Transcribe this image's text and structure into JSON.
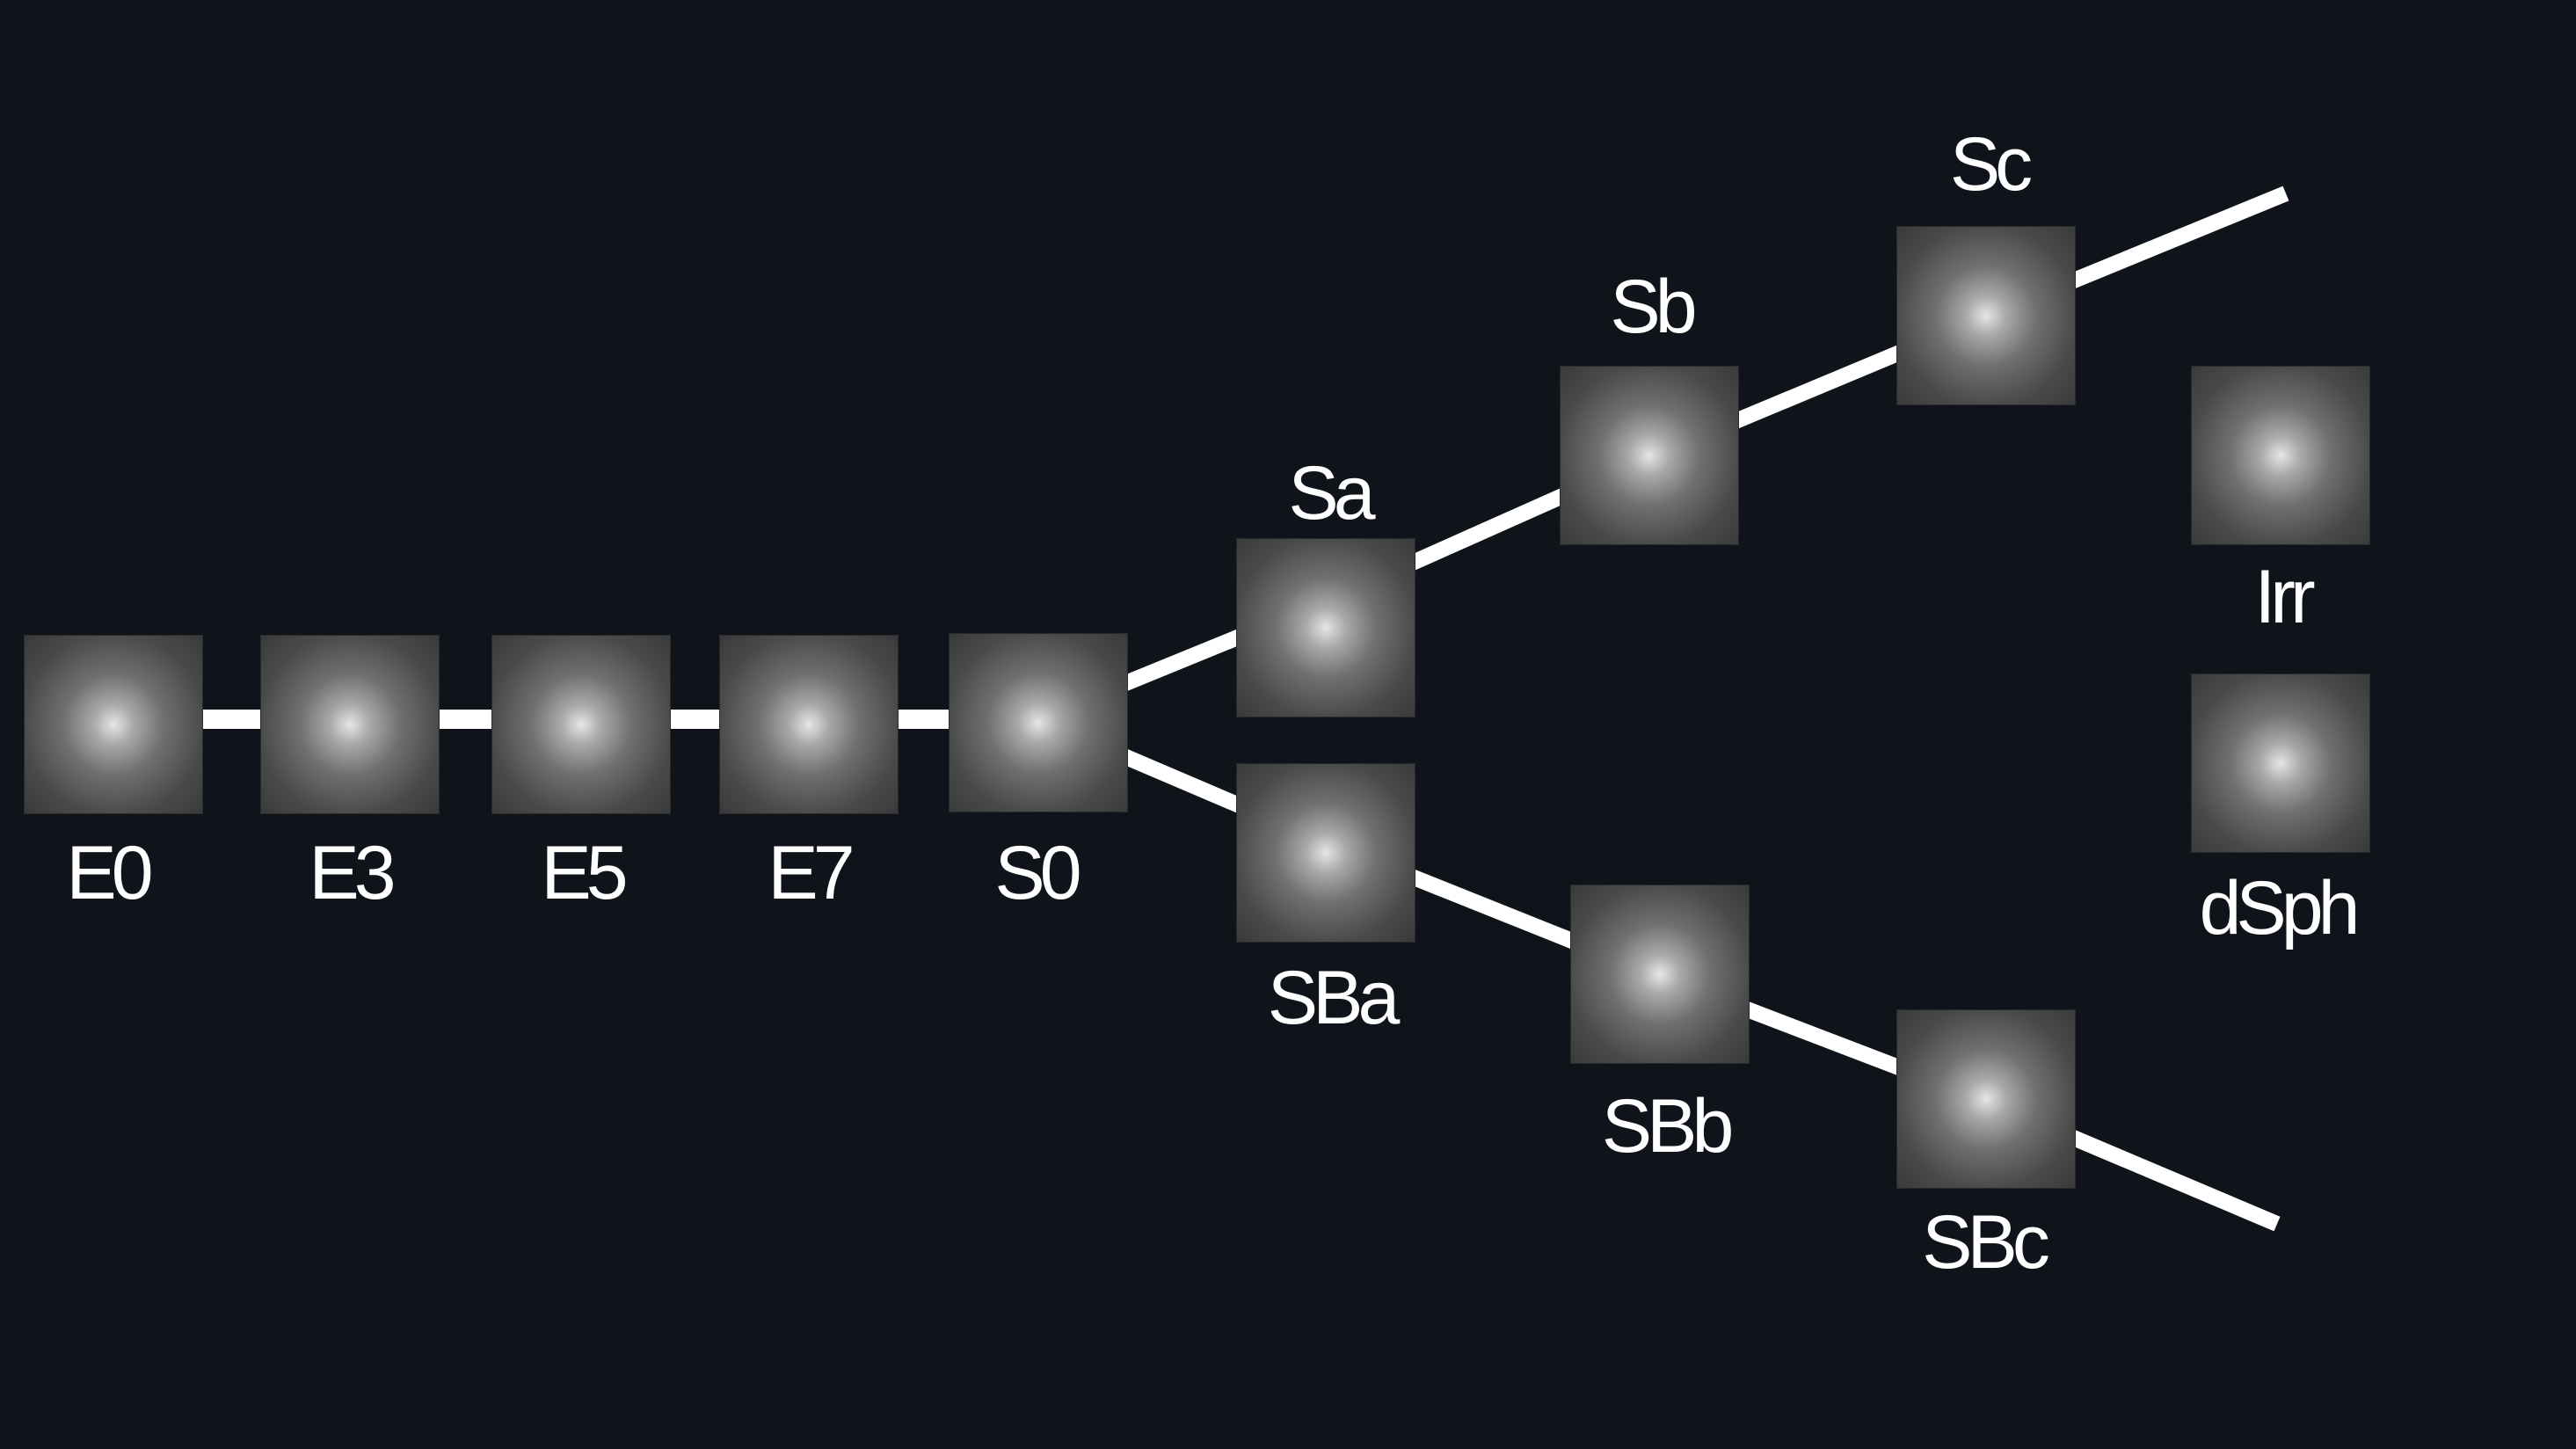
{
  "diagram": {
    "background": "#0f131a",
    "line_color": "#ffffff",
    "nodes": [
      {
        "id": "e0",
        "label": "E0"
      },
      {
        "id": "e3",
        "label": "E3"
      },
      {
        "id": "e5",
        "label": "E5"
      },
      {
        "id": "e7",
        "label": "E7"
      },
      {
        "id": "s0",
        "label": "S0"
      },
      {
        "id": "sa",
        "label": "Sa"
      },
      {
        "id": "sb",
        "label": "Sb"
      },
      {
        "id": "sc",
        "label": "Sc"
      },
      {
        "id": "sba",
        "label": "SBa"
      },
      {
        "id": "sbb",
        "label": "SBb"
      },
      {
        "id": "sbc",
        "label": "SBc"
      },
      {
        "id": "irr",
        "label": "Irr"
      },
      {
        "id": "dsph",
        "label": "dSph"
      }
    ],
    "edges": [
      [
        "e0",
        "e3"
      ],
      [
        "e3",
        "e5"
      ],
      [
        "e5",
        "e7"
      ],
      [
        "e7",
        "s0"
      ],
      [
        "s0",
        "sa"
      ],
      [
        "sa",
        "sb"
      ],
      [
        "sb",
        "sc"
      ],
      [
        "sc",
        "upper-end"
      ],
      [
        "s0",
        "sba"
      ],
      [
        "sba",
        "sbb"
      ],
      [
        "sbb",
        "sbc"
      ],
      [
        "sbc",
        "lower-end"
      ]
    ],
    "image_kind": "grayscale-satellite-cloud-tile"
  }
}
